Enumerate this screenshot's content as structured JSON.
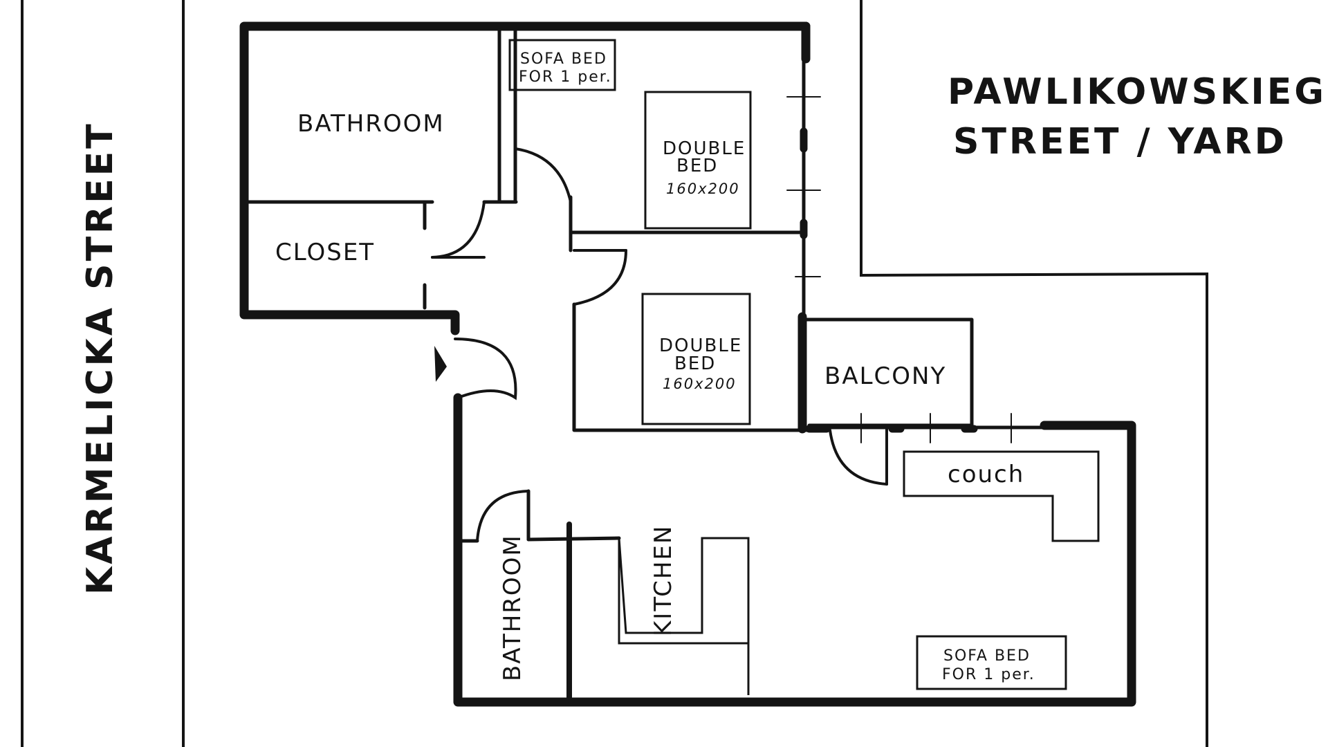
{
  "streets": {
    "left": "KARMELICKA STREET",
    "right_line1": "PAWLIKOWSKIEGO",
    "right_line2": "STREET / YARD"
  },
  "rooms": {
    "bathroom_top": "BATHROOM",
    "closet": "CLOSET",
    "balcony": "BALCONY",
    "bathroom_bottom": "BATHROOM",
    "kitchen": "KITCHEN"
  },
  "furniture": {
    "sofa_bed_top_line1": "SOFA BED",
    "sofa_bed_top_line2": "FOR 1 per.",
    "double_bed_1_line1": "DOUBLE",
    "double_bed_1_line2": "BED",
    "double_bed_1_size": "160x200",
    "double_bed_2_line1": "DOUBLE",
    "double_bed_2_line2": "BED",
    "double_bed_2_size": "160x200",
    "couch": "couch",
    "sofa_bed_bottom_line1": "SOFA BED",
    "sofa_bed_bottom_line2": "FOR 1 per."
  },
  "colors": {
    "ink": "#141414",
    "paper": "#ffffff"
  }
}
